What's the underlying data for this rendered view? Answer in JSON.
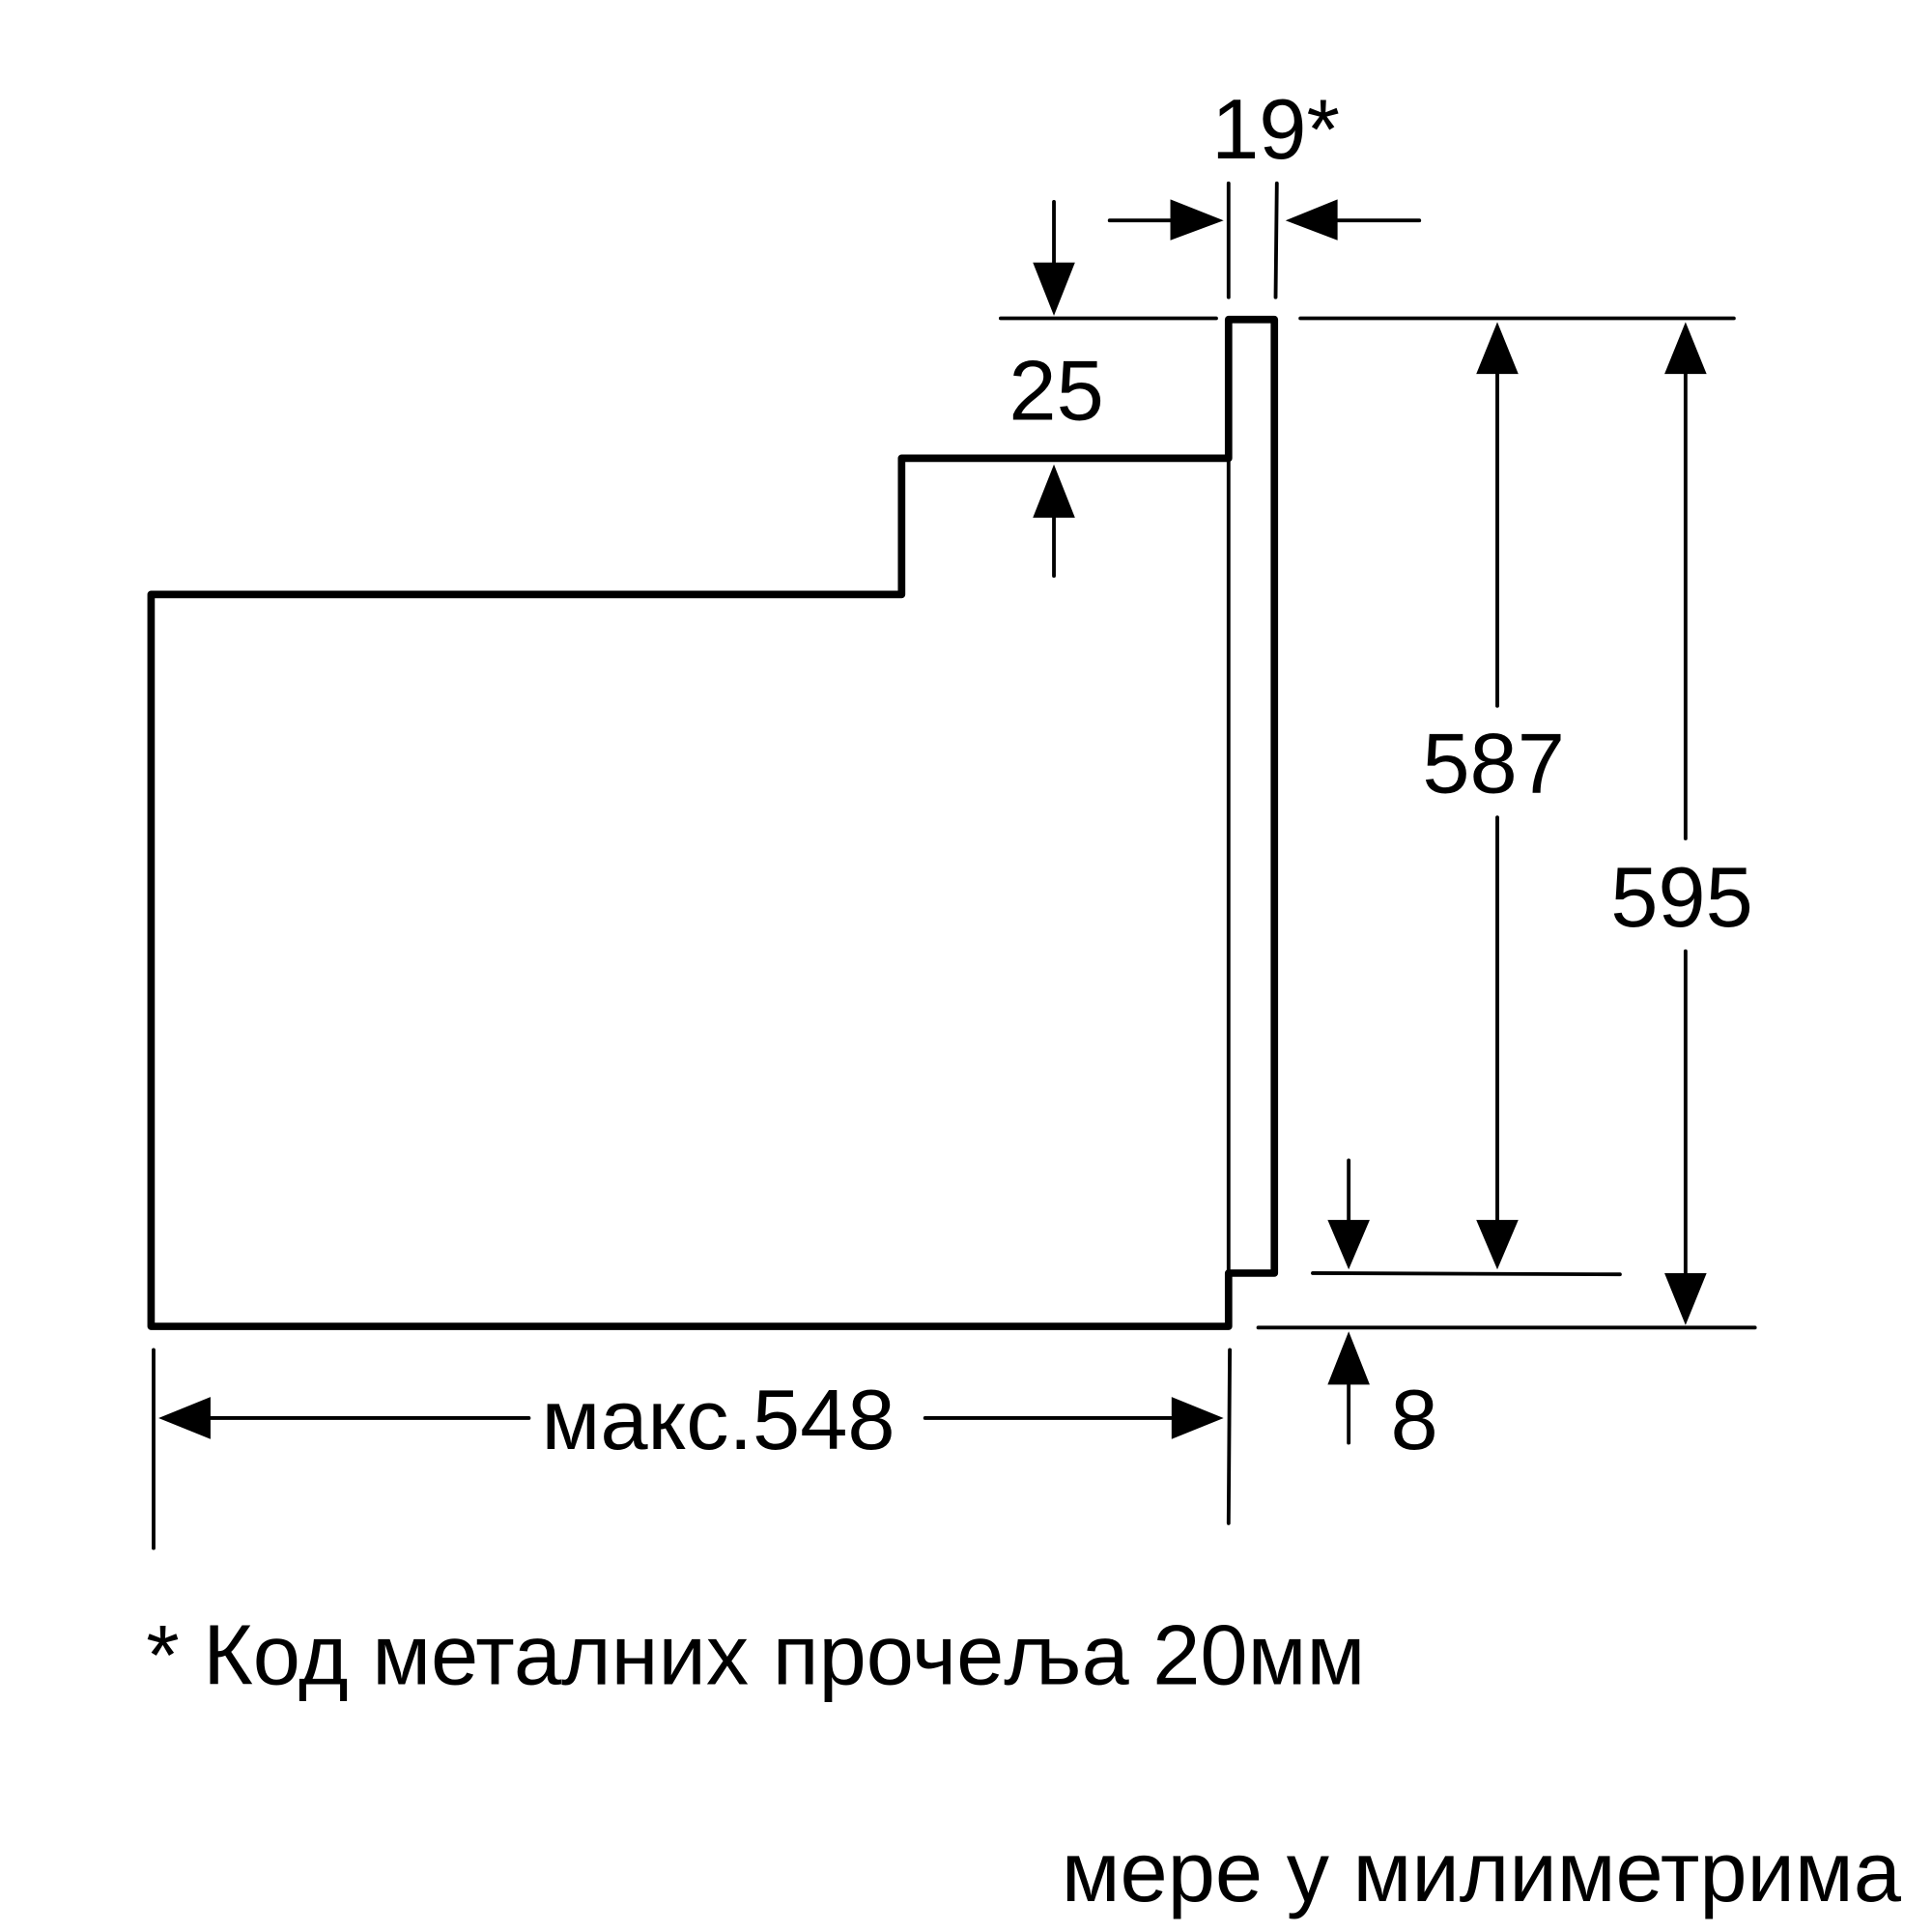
{
  "dimensions": {
    "panel_thickness": "19*",
    "top_offset": "25",
    "front_height": "587",
    "total_height": "595",
    "bottom_offset": "8",
    "depth": "макс.548"
  },
  "footnote": "* Код металних прочеља 20мм",
  "units_note": "мере у милиметрима",
  "colors": {
    "line": "#000000",
    "background": "#ffffff"
  }
}
